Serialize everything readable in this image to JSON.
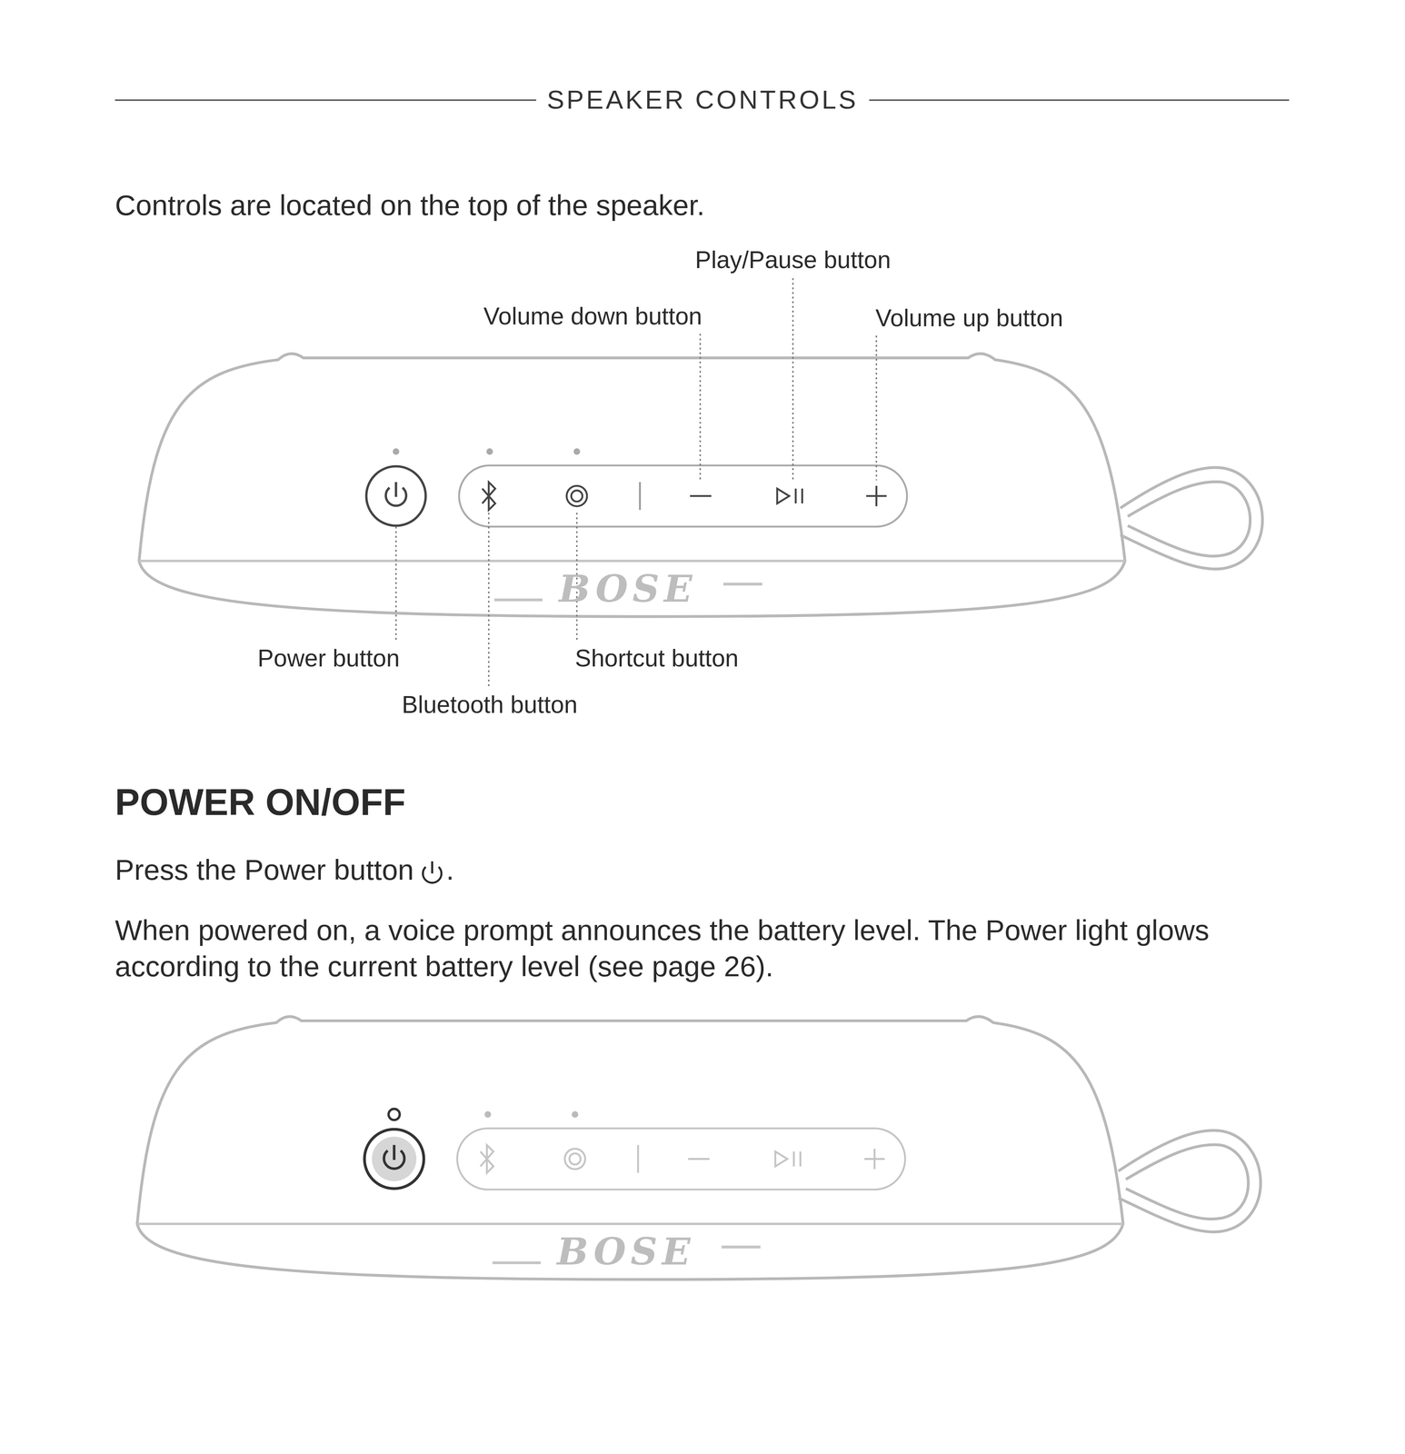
{
  "diagram": {
    "title": "SPEAKER CONTROLS",
    "labels": [
      "Controls are located on the top of the speaker.",
      "Play/Pause button",
      "Volume down button",
      "Volume up button",
      "Power button",
      "Shortcut button",
      "Bluetooth button",
      "BOSE",
      "POWER ON/OFF",
      "Press the Power button",
      ".",
      "When powered on, a voice prompt announces the battery level. The Power light glows according to the current battery level (see page 26).",
      "BOSE"
    ]
  }
}
